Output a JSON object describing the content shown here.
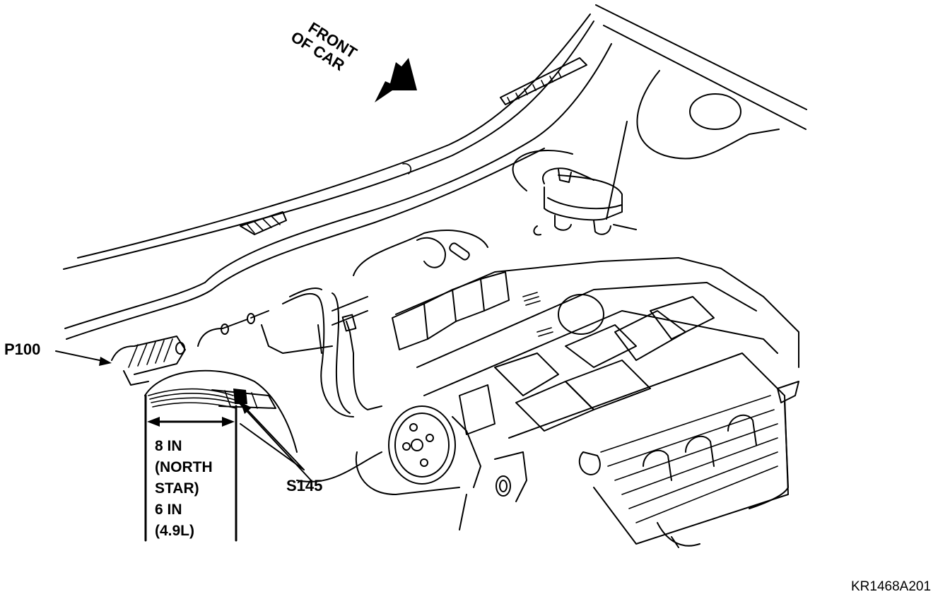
{
  "figure": {
    "type": "service-manual-line-illustration",
    "subject": "Engine compartment — splice S145 location"
  },
  "labels": {
    "front_of_car_line1": "FRONT",
    "front_of_car_line2": "OF CAR",
    "connector": "P100",
    "splice": "S145",
    "dimension_lines": [
      "8 IN",
      "(NORTH",
      "STAR)",
      "6 IN",
      "(4.9L)"
    ],
    "figure_code": "KR1468A201"
  },
  "dimension": {
    "northstar_in": 8,
    "engine_4_9l_in": 6
  },
  "colors": {
    "line": "#000000",
    "background": "#ffffff"
  }
}
